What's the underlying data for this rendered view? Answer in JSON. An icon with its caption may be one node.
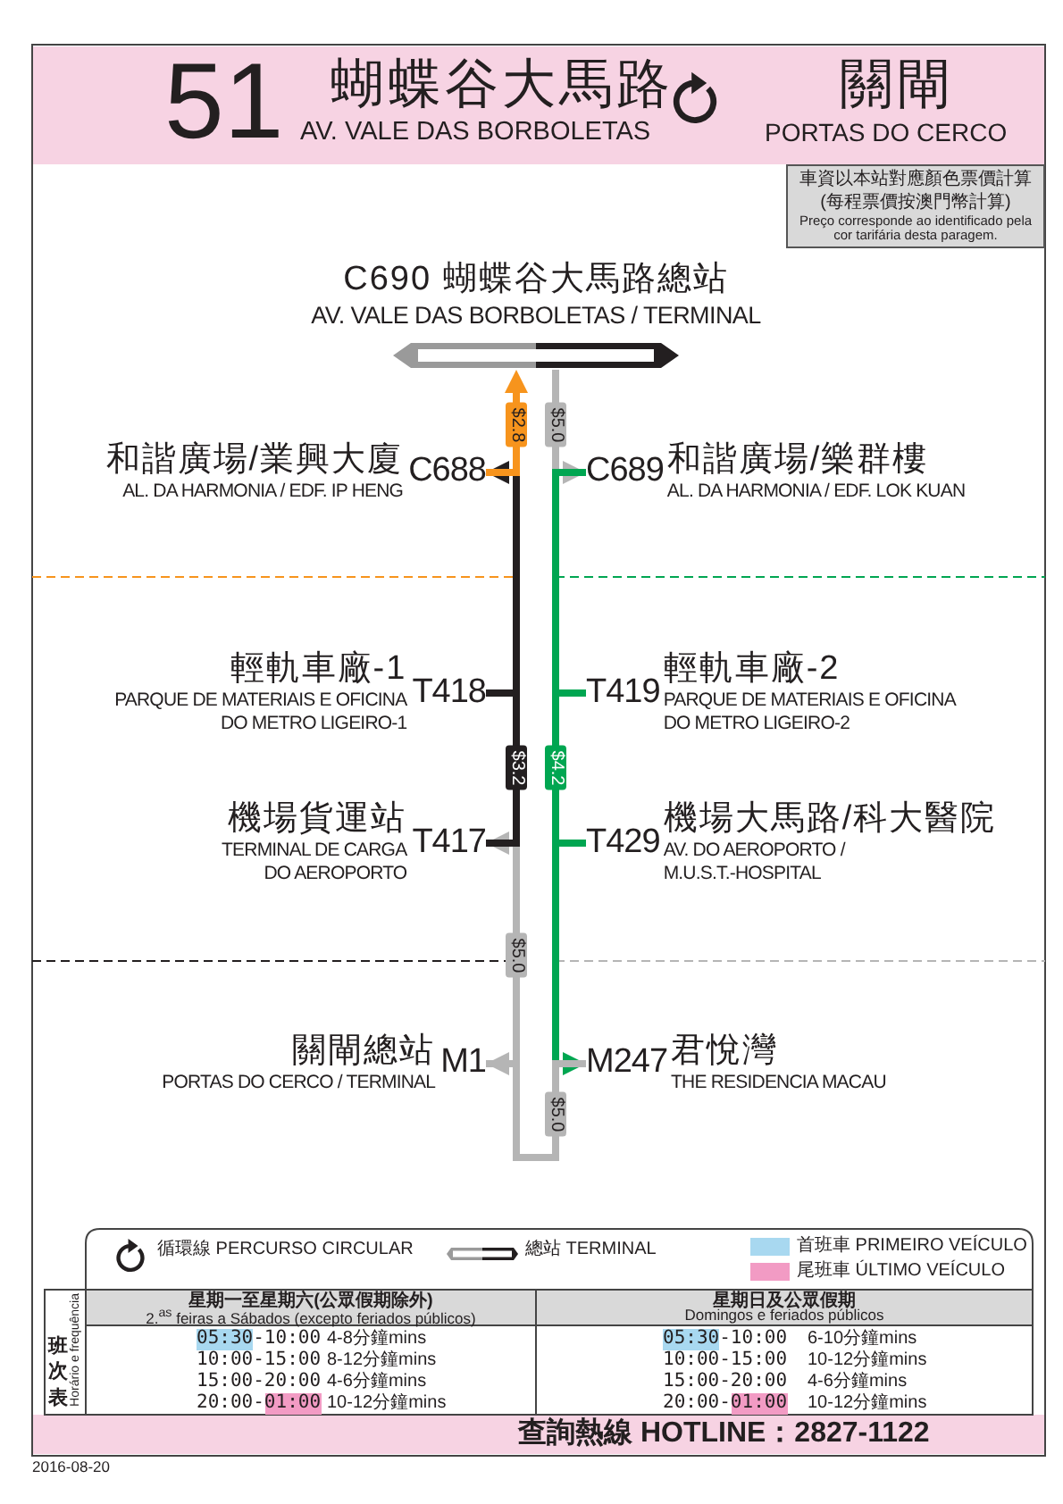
{
  "diagram": {
    "title": "51",
    "nodes": [
      {
        "text": [
          "車資以本站對應顏色票價計算",
          "(每程票價按澳門幣計算)",
          "Preço corresponde ao identificado pela cor tarifária desta paragem."
        ]
      },
      {
        "text": [
          "C690 蝴蝶谷大馬路總站",
          "AV. VALE DAS BORBOLETAS / TERMINAL"
        ]
      },
      {
        "text": [
          "和諧廣場/業興大廈",
          "AL. DA HARMONIA / EDF. IP HENG",
          "C688"
        ]
      },
      {
        "text": [
          "C689",
          "和諧廣場/樂群樓",
          "AL. DA HARMONIA / EDF. LOK KUAN"
        ]
      },
      {
        "text": [
          "輕軌車廠-1",
          "PARQUE DE MATERIAIS E OFICINA DO METRO LIGEIRO-1",
          "T418"
        ]
      },
      {
        "text": [
          "T419",
          "輕軌車廠-2",
          "PARQUE DE MATERIAIS E OFICINA DO METRO LIGEIRO-2"
        ]
      },
      {
        "text": [
          "機場貨運站",
          "TERMINAL DE CARGA DO AEROPORTO",
          "T417"
        ]
      },
      {
        "text": [
          "T429",
          "機場大馬路/科大醫院",
          "AV. DO AEROPORTO / M.U.S.T.-HOSPITAL"
        ]
      },
      {
        "text": [
          "關閘總站",
          "PORTAS DO CERCO / TERMINAL",
          "M1"
        ]
      },
      {
        "text": [
          "M247",
          "君悅灣",
          "THE RESIDENCIA MACAU"
        ]
      }
    ],
    "edges": [
      {
        "from": 1,
        "to": 3,
        "arrow": "to",
        "label": "$5.0",
        "color": "#b5b5b5"
      },
      {
        "from": 3,
        "to": 5,
        "arrow": "none",
        "color": "#00a651"
      },
      {
        "from": 5,
        "to": 7,
        "arrow": "none",
        "label": "$4.2",
        "color": "#00a651"
      },
      {
        "from": 7,
        "to": 9,
        "arrow": "to",
        "color": "#00a651"
      },
      {
        "from": 9,
        "to": 8,
        "arrow": "to",
        "label": "$5.0",
        "color": "#b5b5b5"
      },
      {
        "from": 8,
        "to": 6,
        "arrow": "to",
        "label": "$5.0",
        "color": "#b5b5b5"
      },
      {
        "from": 6,
        "to": 4,
        "arrow": "none",
        "label": "$3.2",
        "color": "#231f20"
      },
      {
        "from": 4,
        "to": 2,
        "arrow": "to",
        "color": "#231f20"
      },
      {
        "from": 2,
        "to": 1,
        "arrow": "to",
        "label": "$2.8",
        "color": "#f7941d"
      }
    ],
    "labels": [
      "蝴蝶谷大馬路",
      "AV. VALE DAS BORBOLETAS",
      "關閘",
      "PORTAS DO CERCO",
      "班次表",
      "Horário e frequência",
      "星期一至星期六(公眾假期除外)",
      "2.$^{as}$ feiras a Sábados (excepto feriados públicos)",
      "星期日及公眾假期",
      "Domingos e feriados públicos",
      "05:30-10:00",
      "4-8分鐘mins",
      "05:30-10:00",
      "6-10分鐘mins",
      "10:00-15:00",
      "8-12分鐘mins",
      "10:00-15:00",
      "10-12分鐘mins",
      "15:00-20:00",
      "4-6分鐘mins",
      "15:00-20:00",
      "4-6分鐘mins",
      "20:00-01:00",
      "10-12分鐘mins",
      "20:00-01:00",
      "10-12分鐘mins",
      "查詢熱線 HOTLINE：2827-1122",
      "2016-08-20"
    ],
    "legend": [
      {
        "text": "首班車 PRIMEIRO VEÍCULO",
        "color": "#a8d8f0"
      },
      {
        "text": "尾班車 ÚLTIMO VEÍCULO",
        "color": "#f29bc4"
      },
      {
        "text": "循環線 PERCURSO CIRCULAR"
      },
      {
        "text": "總站 TERMINAL"
      }
    ]
  }
}
